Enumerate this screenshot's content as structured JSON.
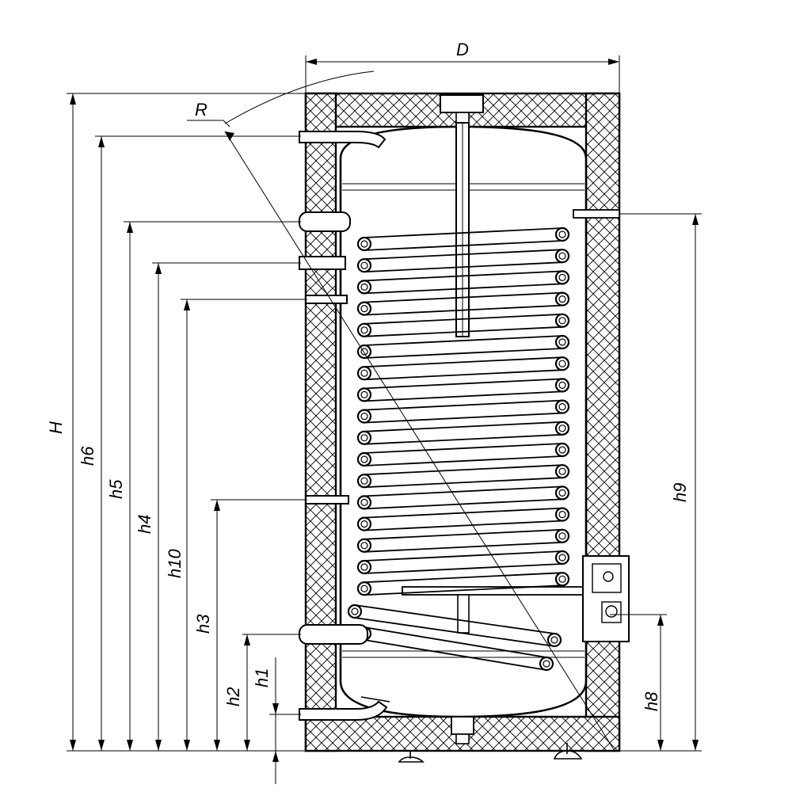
{
  "diagram": {
    "labels": {
      "D": "D",
      "R": "R",
      "H": "H",
      "h1": "h1",
      "h2": "h2",
      "h3": "h3",
      "h4": "h4",
      "h5": "h5",
      "h6": "h6",
      "h8": "h8",
      "h9": "h9",
      "h10": "h10"
    }
  }
}
